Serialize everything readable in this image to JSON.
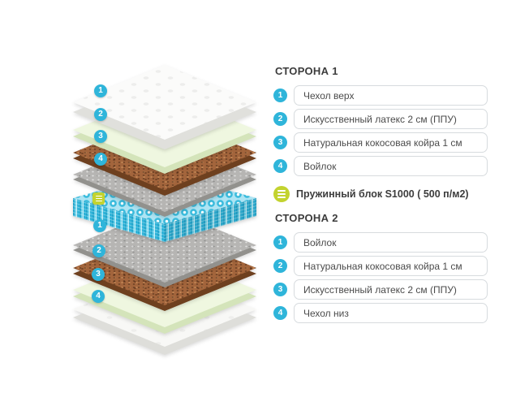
{
  "legend": {
    "side1": {
      "title": "СТОРОНА 1",
      "items": [
        {
          "num": "1",
          "label": "Чехол верх"
        },
        {
          "num": "2",
          "label": "Искусственный латекс 2 см (ППУ)"
        },
        {
          "num": "3",
          "label": "Натуральная кокосовая койра 1 см"
        },
        {
          "num": "4",
          "label": "Войлок"
        }
      ]
    },
    "spring_row": {
      "icon": "spring-stack-icon",
      "label": "Пружинный блок S1000 ( 500 п/м2)"
    },
    "side2": {
      "title": "СТОРОНА 2",
      "items": [
        {
          "num": "1",
          "label": "Войлок"
        },
        {
          "num": "2",
          "label": "Натуральная кокосовая койра 1 см"
        },
        {
          "num": "3",
          "label": "Искусственный латекс 2 см (ППУ)"
        },
        {
          "num": "4",
          "label": "Чехол низ"
        }
      ]
    }
  },
  "diagram": {
    "side1_markers": [
      "1",
      "2",
      "3",
      "4"
    ],
    "side2_markers": [
      "1",
      "2",
      "3",
      "4"
    ],
    "layers": [
      "cover-top",
      "latex",
      "coir",
      "felt",
      "spring-block",
      "felt",
      "coir",
      "latex",
      "cover-bottom"
    ]
  },
  "colors": {
    "marker_badge": "#2fb5da",
    "spring_icon": "#c3d32f",
    "springs": "#3cbcdd",
    "coir": "#a3653c",
    "felt": "#b6b5b3",
    "latex": "#eff7e0",
    "cover": "#fbfbfa",
    "pill_border": "#d7dbde",
    "pill_text": "#4b4b4b",
    "heading_text": "#3c3c3c"
  }
}
